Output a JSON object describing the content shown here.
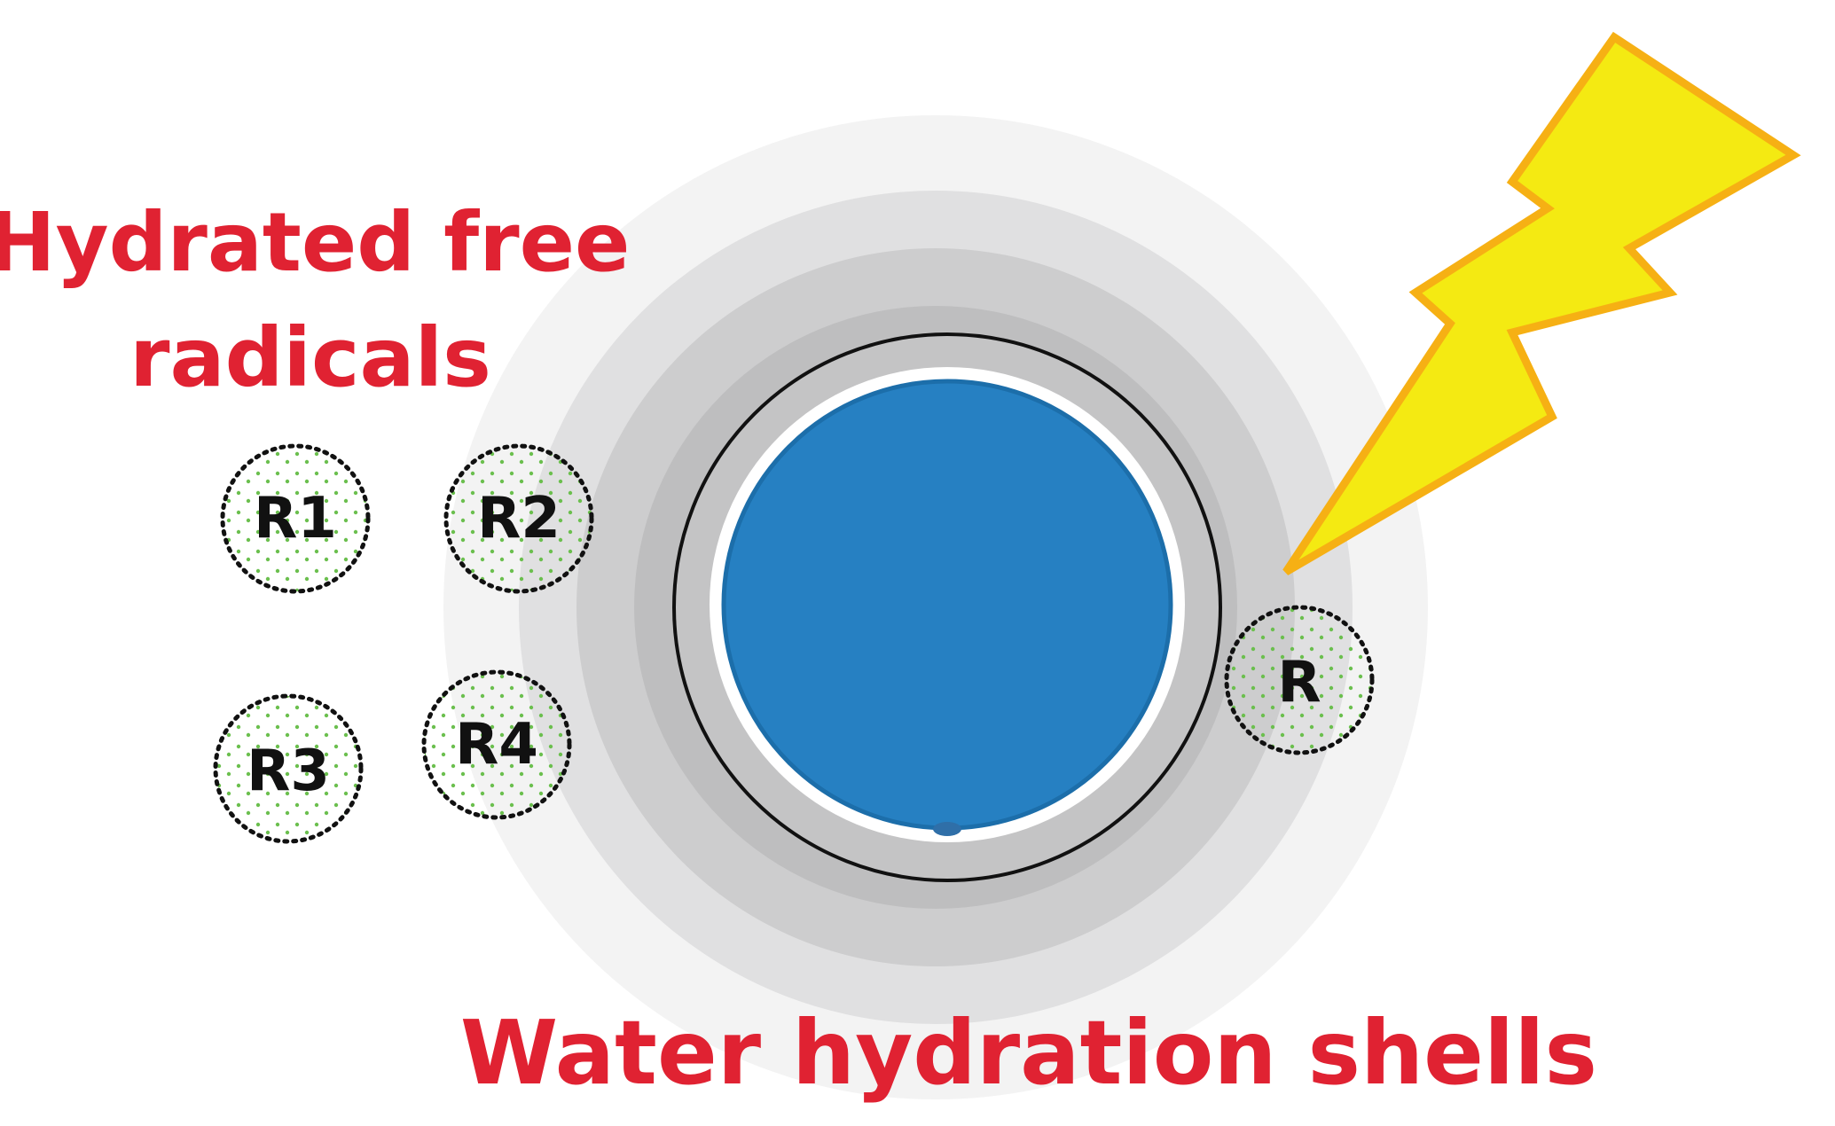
{
  "labels": {
    "hydrated_line1": "Hydrated free",
    "hydrated_line2": "radicals",
    "shells": "Water hydration shells"
  },
  "radicals": [
    {
      "id": "r1",
      "label": "R1"
    },
    {
      "id": "r2",
      "label": "R2"
    },
    {
      "id": "r3",
      "label": "R3"
    },
    {
      "id": "r4",
      "label": "R4"
    },
    {
      "id": "r",
      "label": "R"
    }
  ],
  "colors": {
    "label_red": "#e02232",
    "core_blue": "#2680c2",
    "bolt_fill": "#f4ea12",
    "bolt_stroke": "#f6b014",
    "dot_green": "#6bbf4e"
  },
  "icons": {
    "bolt": "lightning-bolt-icon"
  }
}
